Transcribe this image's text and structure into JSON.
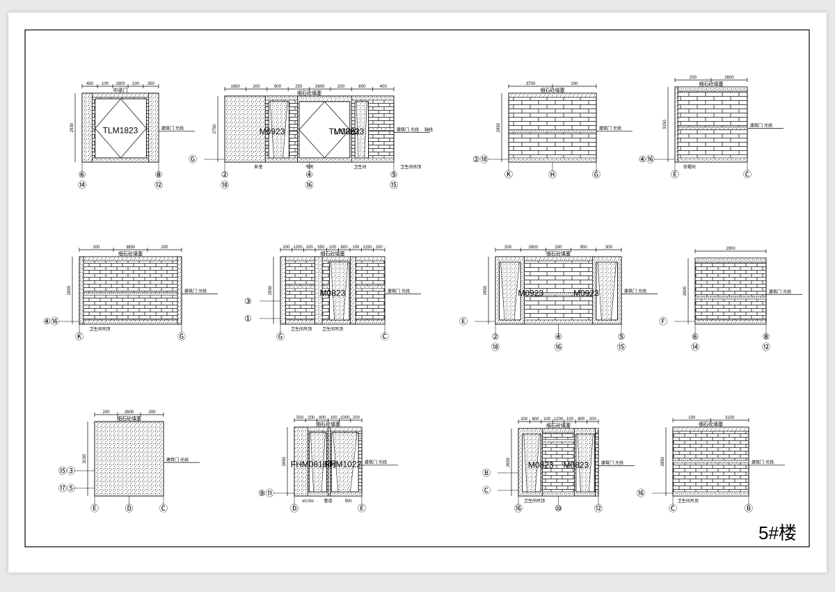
{
  "sheet_title": "5#楼",
  "colors": {
    "line": "#000000",
    "paper": "#ffffff",
    "background": "#e9e9e9"
  },
  "elevations": [
    {
      "top_dims": [
        "450",
        "100",
        "1800",
        "100",
        "350"
      ],
      "height_dim": "2930",
      "openings": [
        "TLM1823"
      ],
      "labels": [
        "中梁门"
      ],
      "notes": [
        "建筑门",
        "光线"
      ],
      "axes_primary": [
        "⑥",
        "⑧"
      ],
      "axes_secondary": [
        "⑭",
        "⑫"
      ],
      "side_axes": []
    },
    {
      "top_dims": [
        "1650",
        "200",
        "900",
        "250",
        "2600",
        "200",
        "800",
        "400"
      ],
      "height_dim": "2750",
      "openings": [
        "M0923",
        "TLM2623",
        "M0823"
      ],
      "labels": [
        "细石砼填塞",
        "卧室",
        "书房",
        "卫生间",
        "卫生间吊顶"
      ],
      "notes": [
        "建筑门",
        "光线",
        "轴线"
      ],
      "axes_primary": [
        "②",
        "④",
        "⑤"
      ],
      "axes_secondary": [
        "⑱",
        "⑯",
        "⑮"
      ],
      "side_axes": [
        "Ⓖ"
      ]
    },
    {
      "top_dims": [
        "3700",
        "200"
      ],
      "height_dim": "2850",
      "openings": [],
      "labels": [
        "细石砼填塞"
      ],
      "notes": [
        "建筑门",
        "光线"
      ],
      "axes_primary": [
        "Ⓚ",
        "Ⓗ",
        "Ⓖ"
      ],
      "axes_secondary": [],
      "side_axes": [
        "②⑱"
      ]
    },
    {
      "top_dims": [
        "200",
        "2600"
      ],
      "height_dim": "3150",
      "openings": [],
      "labels": [
        "细石砼填塞",
        "衣帽间"
      ],
      "notes": [
        "建筑门",
        "光线"
      ],
      "axes_primary": [
        "Ⓔ",
        "Ⓒ"
      ],
      "axes_secondary": [],
      "side_axes": [
        "④⑯"
      ]
    },
    {
      "top_dims": [
        "200",
        "3850",
        "200"
      ],
      "height_dim": "2800",
      "openings": [],
      "labels": [
        "细石砼填塞",
        "卫生间吊顶"
      ],
      "notes": [
        "建筑门",
        "光线"
      ],
      "axes_primary": [
        "Ⓚ",
        "Ⓖ"
      ],
      "axes_secondary": [],
      "side_axes": [
        "④⑯"
      ]
    },
    {
      "top_dims": [
        "200",
        "1200",
        "100",
        "550",
        "100",
        "800",
        "100",
        "1150",
        "200"
      ],
      "height_dim": "2830",
      "openings": [
        "M0823"
      ],
      "labels": [
        "细石砼填塞",
        "卫生间吊顶",
        "卫生间吊顶"
      ],
      "notes": [
        "建筑门",
        "光线"
      ],
      "axes_primary": [
        "Ⓖ",
        "Ⓒ"
      ],
      "axes_secondary": [],
      "side_axes": [
        "③",
        "①"
      ]
    },
    {
      "top_dims": [
        "200",
        "2600",
        "200",
        "900",
        "300"
      ],
      "height_dim": "2850",
      "openings": [
        "M0923",
        "M0923"
      ],
      "labels": [
        "细石砼填塞"
      ],
      "notes": [
        "建筑门",
        "光线"
      ],
      "axes_primary": [
        "②",
        "④",
        "⑤"
      ],
      "axes_secondary": [
        "⑱",
        "⑯",
        "⑮"
      ],
      "side_axes": [
        "Ⓔ"
      ]
    },
    {
      "top_dims": [
        "2900"
      ],
      "height_dim": "2800",
      "openings": [],
      "labels": [],
      "notes": [
        "建筑门",
        "光线"
      ],
      "axes_primary": [
        "⑥",
        "⑧"
      ],
      "axes_secondary": [
        "⑭",
        "⑫"
      ],
      "side_axes": [
        "Ⓕ"
      ]
    },
    {
      "top_dims": [
        "200",
        "2600",
        "200"
      ],
      "height_dim": "3150",
      "openings": [],
      "labels": [
        "细石砼填塞"
      ],
      "notes": [
        "建筑门",
        "光线"
      ],
      "axes_primary": [
        "Ⓔ",
        "Ⓓ",
        "Ⓒ"
      ],
      "axes_secondary": [],
      "side_axes": [
        "⑮③",
        "⑰⑤"
      ]
    },
    {
      "top_dims": [
        "500",
        "200",
        "800",
        "100",
        "1000",
        "200"
      ],
      "height_dim": "2650",
      "openings": [
        "FHM0818丙",
        "FHM1022"
      ],
      "labels": [
        "细石砼填塞",
        "±0.0m",
        "管道",
        "500"
      ],
      "notes": [
        "建筑门",
        "光线"
      ],
      "axes_primary": [
        "Ⓓ",
        "Ⓔ"
      ],
      "axes_secondary": [],
      "side_axes": [
        "⑨⑪"
      ]
    },
    {
      "top_dims": [
        "200",
        "800",
        "100",
        "1200",
        "100",
        "800",
        "200"
      ],
      "height_dim": "2650",
      "openings": [
        "M0823",
        "M0823"
      ],
      "labels": [
        "细石砼填塞",
        "卫生间吊顶"
      ],
      "notes": [
        "建筑门",
        "光线"
      ],
      "axes_primary": [
        "⑯",
        "⑩",
        "⑫"
      ],
      "axes_secondary": [],
      "side_axes": [
        "Ⓑ",
        "Ⓒ"
      ]
    },
    {
      "top_dims": [
        "100",
        "3100"
      ],
      "height_dim": "2850",
      "openings": [],
      "labels": [
        "细石砼填塞",
        "卫生间吊顶"
      ],
      "notes": [
        "建筑门",
        "光线"
      ],
      "axes_primary": [
        "Ⓒ",
        "Ⓑ"
      ],
      "axes_secondary": [],
      "side_axes": [
        "⑯"
      ]
    }
  ]
}
